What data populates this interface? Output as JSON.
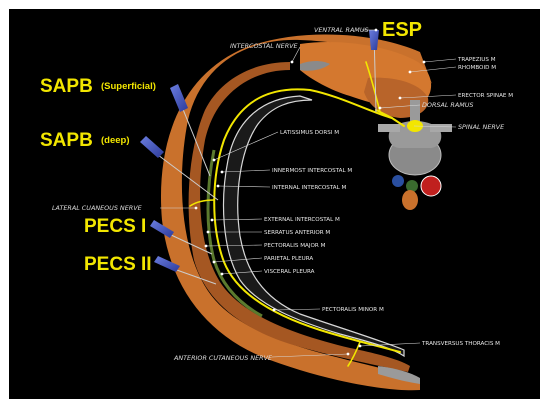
{
  "blocks": {
    "esp": "ESP",
    "sapb_superficial": "SAPB",
    "sapb_superficial_sub": "(Superficial)",
    "sapb_deep": "SAPB",
    "sapb_deep_sub": "(deep)",
    "pecs1": "PECS I",
    "pecs2": "PECS II"
  },
  "labels": {
    "ventral_ramus": "VENTRAL RAMUS",
    "intercostal_nerve": "INTERCOSTAL NERVE",
    "trapezius": "TRAPEZIUS M",
    "rhomboid": "RHOMBOID M",
    "erector_spinae": "ERECTOR SPINAE M",
    "dorsal_ramus": "DORSAL RAMUS",
    "spinal_nerve": "SPINAL NERVE",
    "latissimus_dorsi": "LATISSIMUS DORSI M",
    "innermost_intercostal": "INNERMOST INTERCOSTAL M",
    "internal_intercostal": "INTERNAL INTERCOSTAL M",
    "lateral_cutaneous_nerve": "LATERAL CUANEOUS NERVE",
    "external_intercostal": "EXTERNAL INTERCOSTAL M",
    "serratus_anterior": "SERRATUS ANTERIOR M",
    "pectoralis_major": "PECTORALIS MAJOR M",
    "parietal_pleura": "PARIETAL PLEURA",
    "visceral_pleura": "VISCERAL PLEURA",
    "pectoralis_minor": "PECTORALIS MINOR M",
    "transversus_thoracis": "TRANSVERSUS THORACIS M",
    "anterior_cutaneous_nerve": "ANTERIOR CUTANEOUS NERVE"
  },
  "colors": {
    "background": "#000000",
    "muscle": "#c9712c",
    "muscle_light": "#e08a3e",
    "nerve": "#f2e600",
    "block_text": "#f2e600",
    "needle": "#4a5cc8",
    "fascia_green": "#5b7a2e",
    "pleura": "#d8d8d8",
    "bone": "#8a8a8a"
  }
}
